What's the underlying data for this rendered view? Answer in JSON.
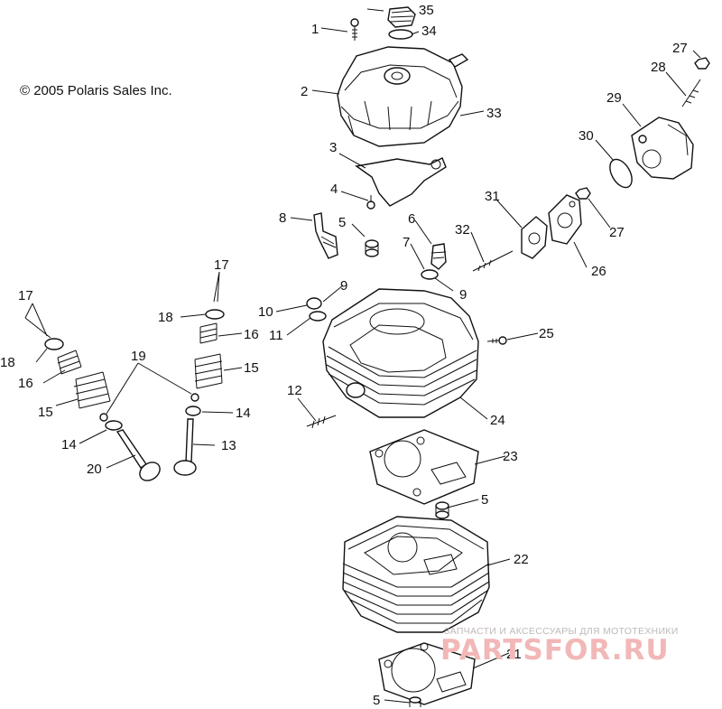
{
  "copyright": "© 2005 Polaris Sales Inc.",
  "watermark": {
    "tagline": "ЗАПЧАСТИ И АКСЕССУАРЫ ДЛЯ МОТОТЕХНИКИ",
    "brand": "PARTSFOR.RU"
  },
  "callouts": [
    {
      "id": "c1",
      "text": "1"
    },
    {
      "id": "c2",
      "text": "2"
    },
    {
      "id": "c3",
      "text": "3"
    },
    {
      "id": "c4",
      "text": "4"
    },
    {
      "id": "c5a",
      "text": "5"
    },
    {
      "id": "c5b",
      "text": "5"
    },
    {
      "id": "c5c",
      "text": "5"
    },
    {
      "id": "c6",
      "text": "6"
    },
    {
      "id": "c7",
      "text": "7"
    },
    {
      "id": "c8",
      "text": "8"
    },
    {
      "id": "c9a",
      "text": "9"
    },
    {
      "id": "c9b",
      "text": "9"
    },
    {
      "id": "c10",
      "text": "10"
    },
    {
      "id": "c11",
      "text": "11"
    },
    {
      "id": "c12",
      "text": "12"
    },
    {
      "id": "c13",
      "text": "13"
    },
    {
      "id": "c14a",
      "text": "14"
    },
    {
      "id": "c14b",
      "text": "14"
    },
    {
      "id": "c15a",
      "text": "15"
    },
    {
      "id": "c15b",
      "text": "15"
    },
    {
      "id": "c16a",
      "text": "16"
    },
    {
      "id": "c16b",
      "text": "16"
    },
    {
      "id": "c17a",
      "text": "17"
    },
    {
      "id": "c17b",
      "text": "17"
    },
    {
      "id": "c18a",
      "text": "18"
    },
    {
      "id": "c18b",
      "text": "18"
    },
    {
      "id": "c19",
      "text": "19"
    },
    {
      "id": "c20",
      "text": "20"
    },
    {
      "id": "c21",
      "text": "21"
    },
    {
      "id": "c22",
      "text": "22"
    },
    {
      "id": "c23",
      "text": "23"
    },
    {
      "id": "c24",
      "text": "24"
    },
    {
      "id": "c25",
      "text": "25"
    },
    {
      "id": "c26",
      "text": "26"
    },
    {
      "id": "c27a",
      "text": "27"
    },
    {
      "id": "c27b",
      "text": "27"
    },
    {
      "id": "c28",
      "text": "28"
    },
    {
      "id": "c29",
      "text": "29"
    },
    {
      "id": "c30",
      "text": "30"
    },
    {
      "id": "c31",
      "text": "31"
    },
    {
      "id": "c32",
      "text": "32"
    },
    {
      "id": "c33",
      "text": "33"
    },
    {
      "id": "c34",
      "text": "34"
    },
    {
      "id": "c35",
      "text": "35"
    }
  ]
}
